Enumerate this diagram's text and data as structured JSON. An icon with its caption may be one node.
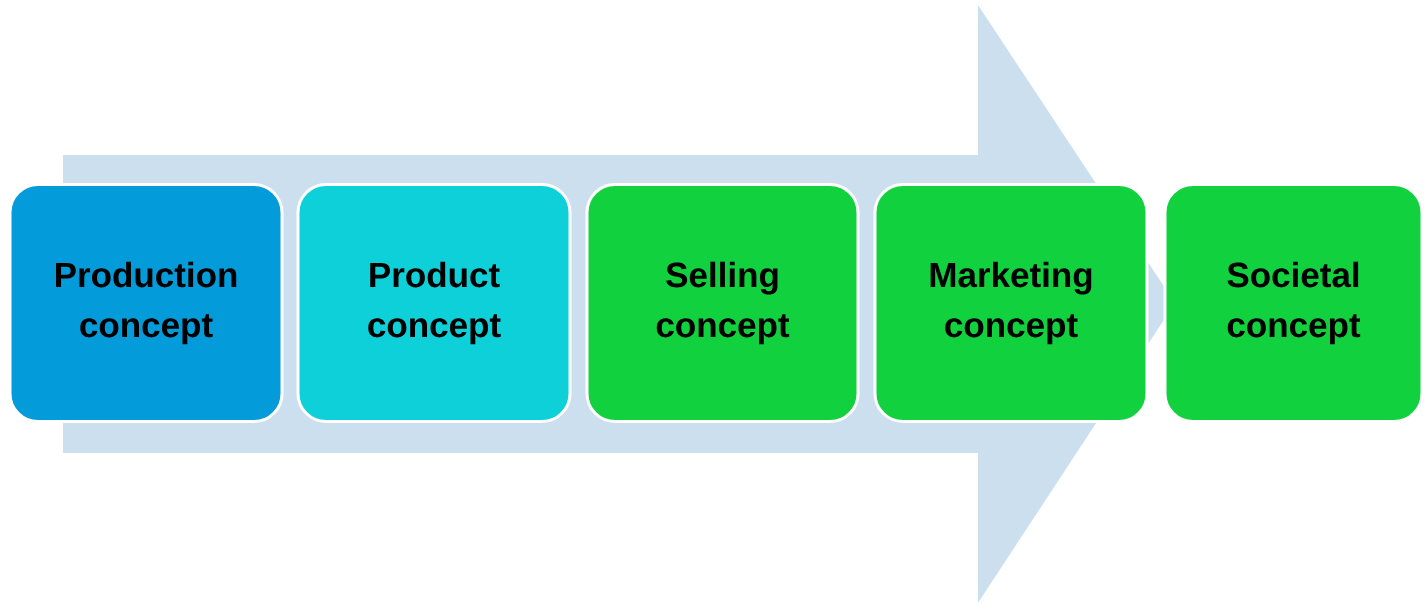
{
  "diagram": {
    "nodes": [
      {
        "text": [
          "Production concept"
        ]
      },
      {
        "text": [
          "Product concept"
        ]
      },
      {
        "text": [
          "Selling concept"
        ]
      },
      {
        "text": [
          "Marketing concept"
        ]
      },
      {
        "text": [
          "Societal concept"
        ]
      }
    ],
    "edges": [
      {
        "from": 0,
        "to": 4,
        "arrow": "to"
      }
    ]
  }
}
